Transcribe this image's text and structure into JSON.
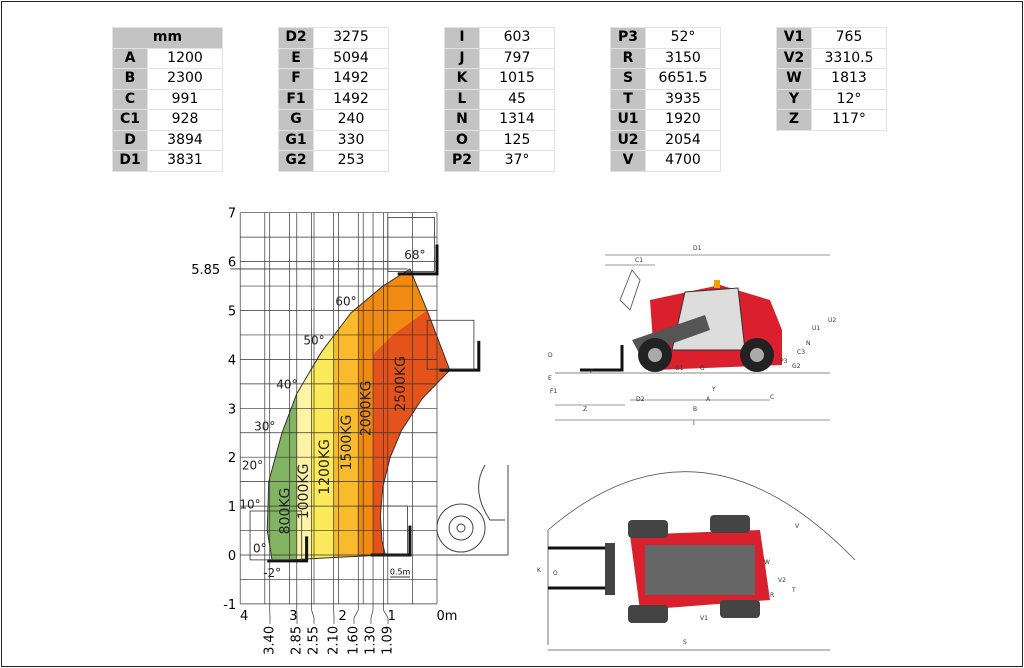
{
  "tables": [
    {
      "header": "mm",
      "rows": [
        [
          "A",
          "1200"
        ],
        [
          "B",
          "2300"
        ],
        [
          "C",
          "991"
        ],
        [
          "C1",
          "928"
        ],
        [
          "D",
          "3894"
        ],
        [
          "D1",
          "3831"
        ]
      ]
    },
    {
      "rows": [
        [
          "D2",
          "3275"
        ],
        [
          "E",
          "5094"
        ],
        [
          "F",
          "1492"
        ],
        [
          "F1",
          "1492"
        ],
        [
          "G",
          "240"
        ],
        [
          "G1",
          "330"
        ],
        [
          "G2",
          "253"
        ]
      ]
    },
    {
      "rows": [
        [
          "I",
          "603"
        ],
        [
          "J",
          "797"
        ],
        [
          "K",
          "1015"
        ],
        [
          "L",
          "45"
        ],
        [
          "N",
          "1314"
        ],
        [
          "O",
          "125"
        ],
        [
          "P2",
          "37°"
        ]
      ]
    },
    {
      "rows": [
        [
          "P3",
          "52°"
        ],
        [
          "R",
          "3150"
        ],
        [
          "S",
          "6651.5"
        ],
        [
          "T",
          "3935"
        ],
        [
          "U1",
          "1920"
        ],
        [
          "U2",
          "2054"
        ],
        [
          "V",
          "4700"
        ]
      ]
    },
    {
      "rows": [
        [
          "V1",
          "765"
        ],
        [
          "V2",
          "3310.5"
        ],
        [
          "W",
          "1813"
        ],
        [
          "Y",
          "12°"
        ],
        [
          "Z",
          "117°"
        ]
      ]
    }
  ],
  "chart_data": {
    "type": "area",
    "title": "Load chart",
    "x_unit": "m",
    "xlim": [
      4,
      0
    ],
    "ylim": [
      -1,
      7
    ],
    "x_ticks": [
      {
        "v": 4,
        "label": "4"
      },
      {
        "v": 3,
        "label": "3"
      },
      {
        "v": 2,
        "label": "2"
      },
      {
        "v": 1,
        "label": "1"
      },
      {
        "v": 0,
        "label": "0m"
      }
    ],
    "y_ticks": [
      -1,
      0,
      1,
      2,
      3,
      4,
      5,
      6,
      7
    ],
    "max_height_label": "5.85",
    "max_height": 5.85,
    "reach_labels": [
      "3.40",
      "2.85",
      "2.55",
      "2.10",
      "1.60",
      "1.30",
      "1.09"
    ],
    "reach_values": [
      3.4,
      2.85,
      2.55,
      2.1,
      1.6,
      1.3,
      1.09
    ],
    "zones": [
      {
        "label": "800KG",
        "from": 3.45,
        "to": 2.85,
        "color": "#82b462",
        "label_at": [
          3.1,
          0.9
        ]
      },
      {
        "label": "1000KG",
        "from": 2.85,
        "to": 2.55,
        "color": "#fff3a6",
        "label_at": [
          2.72,
          1.3
        ]
      },
      {
        "label": "1200KG",
        "from": 2.55,
        "to": 2.1,
        "color": "#fcea5b",
        "label_at": [
          2.3,
          1.8
        ]
      },
      {
        "label": "1500KG",
        "from": 2.1,
        "to": 1.6,
        "color": "#f9bb2c",
        "label_at": [
          1.85,
          2.3
        ]
      },
      {
        "label": "2000KG",
        "from": 1.6,
        "to": 1.3,
        "color": "#f08a10",
        "label_at": [
          1.45,
          3.0
        ]
      },
      {
        "label": "2500KG",
        "from": 1.3,
        "to": -0.3,
        "color": "#e5531b",
        "label_at": [
          0.75,
          3.5
        ]
      }
    ],
    "angles": [
      {
        "label": "68°",
        "at": [
          0.45,
          6.05
        ]
      },
      {
        "label": "60°",
        "at": [
          1.85,
          5.1
        ]
      },
      {
        "label": "50°",
        "at": [
          2.5,
          4.3
        ]
      },
      {
        "label": "40°",
        "at": [
          3.05,
          3.4
        ]
      },
      {
        "label": "30°",
        "at": [
          3.5,
          2.55
        ]
      },
      {
        "label": "20°",
        "at": [
          3.75,
          1.75
        ]
      },
      {
        "label": "10°",
        "at": [
          3.8,
          0.95
        ]
      },
      {
        "label": "0°",
        "at": [
          3.6,
          0.05
        ]
      },
      {
        "label": "-2°",
        "at": [
          3.35,
          -0.45
        ]
      }
    ],
    "scale_label": "0.5m",
    "envelope": [
      [
        3.35,
        -0.12
      ],
      [
        3.45,
        0.5
      ],
      [
        3.42,
        1.5
      ],
      [
        3.15,
        2.5
      ],
      [
        2.85,
        3.3
      ],
      [
        2.35,
        4.15
      ],
      [
        1.75,
        4.95
      ],
      [
        1.1,
        5.5
      ],
      [
        0.55,
        5.85
      ],
      [
        0.2,
        5.0
      ],
      [
        -0.26,
        3.78
      ],
      [
        0.3,
        3.2
      ],
      [
        0.72,
        2.55
      ],
      [
        0.95,
        2.0
      ],
      [
        1.1,
        1.4
      ],
      [
        1.15,
        0.8
      ],
      [
        1.12,
        0.3
      ],
      [
        1.05,
        0.0
      ],
      [
        2.1,
        -0.05
      ]
    ]
  },
  "side_view": {
    "labels": [
      "D1",
      "C1",
      "U2",
      "U1",
      "N",
      "C3",
      "P3",
      "G2",
      "G1",
      "G",
      "F",
      "F1",
      "Y",
      "Z",
      "D2",
      "A",
      "C",
      "B",
      "I",
      "D",
      "E"
    ]
  },
  "top_view": {
    "labels": [
      "V",
      "V1",
      "V2",
      "W",
      "T",
      "R",
      "K",
      "O",
      "S"
    ]
  }
}
